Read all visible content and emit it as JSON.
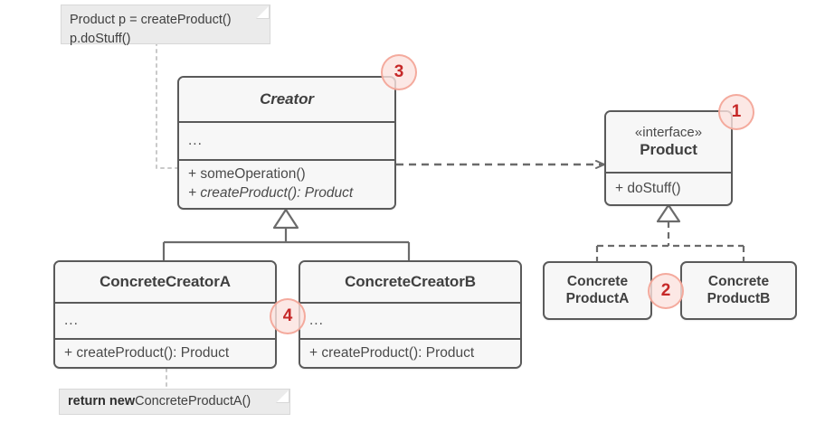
{
  "diagram": {
    "title": "Factory Method UML class diagram",
    "colors": {
      "box_fill": "#f7f7f7",
      "box_border": "#5a5a5a",
      "note_fill": "#ebebeb",
      "note_border": "#d8d8d8",
      "badge_fill": "#fbe2de",
      "badge_border": "#f3a091",
      "badge_text": "#c62828",
      "connector": "#6b6b6b",
      "note_connector": "#c9c9c9",
      "background": "#ffffff"
    }
  },
  "notes": [
    {
      "id": "client-code-note",
      "lines": [
        "Product p = createProduct()",
        "p.doStuff()"
      ]
    },
    {
      "id": "return-note",
      "keyword": "return new",
      "rest": " ConcreteProductA()"
    }
  ],
  "classes": {
    "creator": {
      "name": "Creator",
      "is_abstract": true,
      "attributes_placeholder": "...",
      "operations": [
        {
          "label": "+ someOperation()",
          "abstract": false
        },
        {
          "label": "+ createProduct(): Product",
          "abstract": true
        }
      ]
    },
    "product": {
      "stereotype": "«interface»",
      "name": "Product",
      "operations": [
        {
          "label": "+ doStuff()",
          "abstract": false
        }
      ]
    },
    "concrete_creator_a": {
      "name": "ConcreteCreatorA",
      "attributes_placeholder": "...",
      "operations": [
        {
          "label": "+ createProduct(): Product",
          "abstract": false
        }
      ]
    },
    "concrete_creator_b": {
      "name": "ConcreteCreatorB",
      "attributes_placeholder": "...",
      "operations": [
        {
          "label": "+ createProduct(): Product",
          "abstract": false
        }
      ]
    },
    "concrete_product_a": {
      "name_line1": "Concrete",
      "name_line2": "ProductA"
    },
    "concrete_product_b": {
      "name_line1": "Concrete",
      "name_line2": "ProductB"
    }
  },
  "badges": [
    {
      "id": "badge-1",
      "label": "1"
    },
    {
      "id": "badge-2",
      "label": "2"
    },
    {
      "id": "badge-3",
      "label": "3"
    },
    {
      "id": "badge-4",
      "label": "4"
    }
  ],
  "relationships": [
    {
      "id": "creator-depends-on-product",
      "type": "dependency",
      "from": "Creator",
      "to": "Product",
      "style": "dashed-open-arrow"
    },
    {
      "id": "concrete-creator-a-extends-creator",
      "type": "generalization",
      "from": "ConcreteCreatorA",
      "to": "Creator",
      "style": "solid-hollow-triangle"
    },
    {
      "id": "concrete-creator-b-extends-creator",
      "type": "generalization",
      "from": "ConcreteCreatorB",
      "to": "Creator",
      "style": "solid-hollow-triangle"
    },
    {
      "id": "concrete-product-a-implements-product",
      "type": "realization",
      "from": "ConcreteProductA",
      "to": "Product",
      "style": "dashed-hollow-triangle"
    },
    {
      "id": "concrete-product-b-implements-product",
      "type": "realization",
      "from": "ConcreteProductB",
      "to": "Product",
      "style": "dashed-hollow-triangle"
    }
  ]
}
